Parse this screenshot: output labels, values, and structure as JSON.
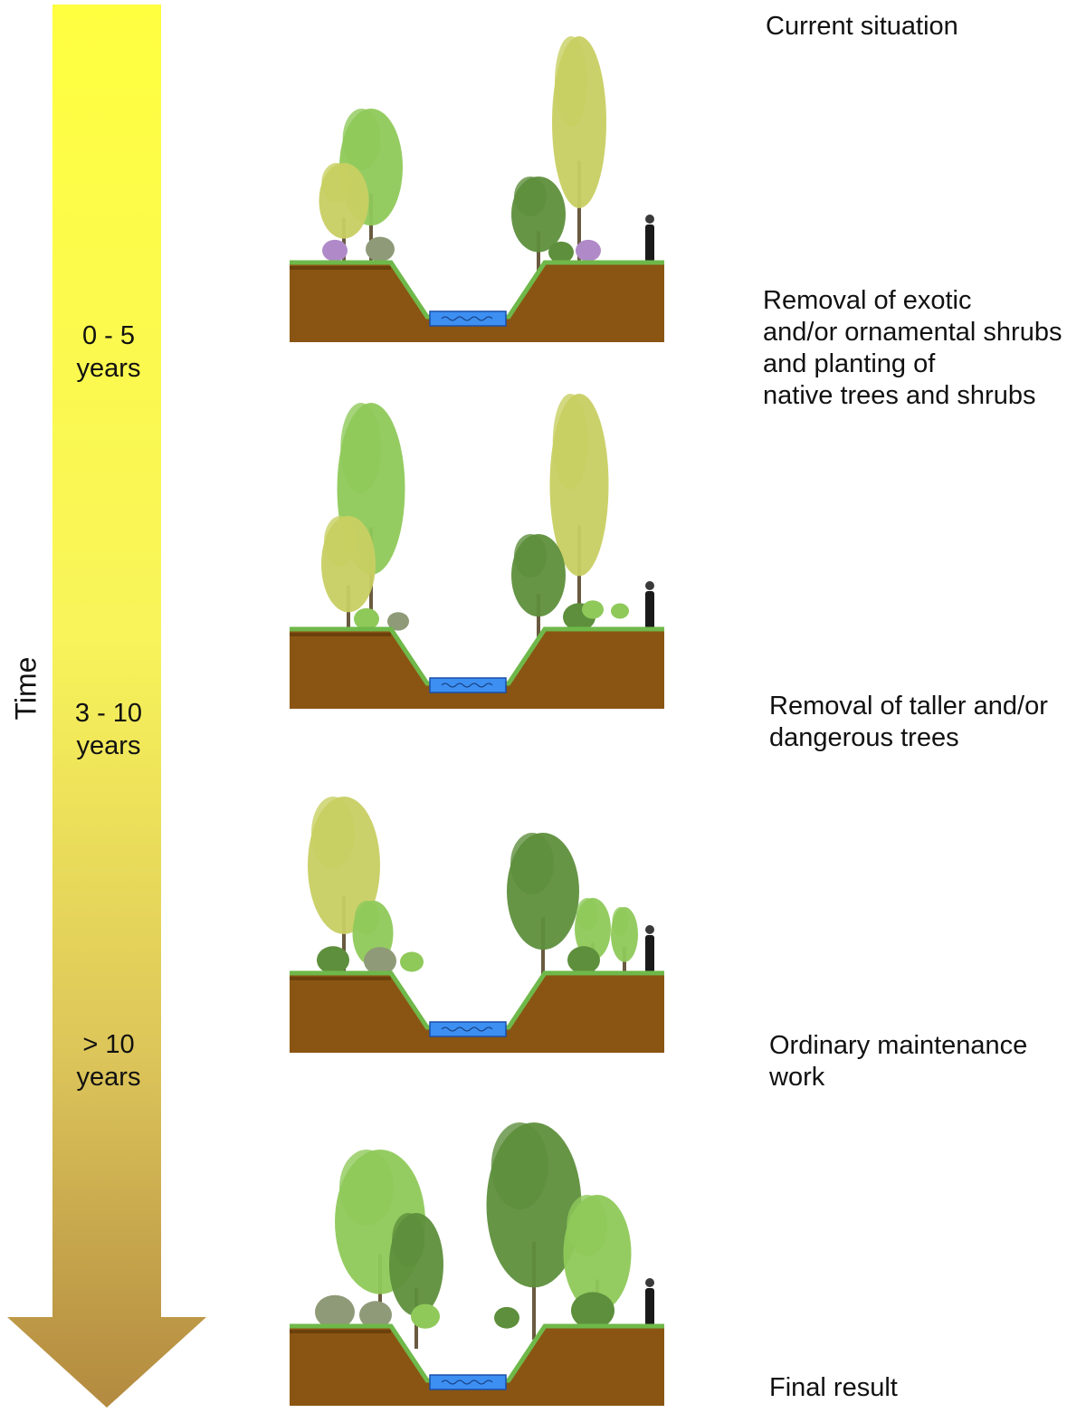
{
  "axis": {
    "label": "Time"
  },
  "periods": [
    {
      "line1": "0 - 5",
      "line2": "years"
    },
    {
      "line1": "3 - 10",
      "line2": "years"
    },
    {
      "line1": "> 10",
      "line2": "years"
    }
  ],
  "steps": [
    {
      "lines": [
        "Current situation"
      ]
    },
    {
      "lines": [
        "Removal of exotic",
        "and/or ornamental shrubs",
        "and planting of",
        "native trees and shrubs"
      ]
    },
    {
      "lines": [
        "Removal of taller and/or",
        "dangerous trees"
      ]
    },
    {
      "lines": [
        "Ordinary maintenance",
        "work"
      ]
    },
    {
      "lines": [
        "Final result"
      ]
    }
  ],
  "colors": {
    "arrow_top": "#ffff40",
    "arrow_mid": "#f7f060",
    "arrow_bottom": "#b38a40",
    "soil": "#8a5512",
    "soil_dark": "#6b400c",
    "grass": "#6fb84a",
    "water": "#3d8ff2",
    "tree_light": "#8fc95a",
    "tree_yellow": "#c8cf62",
    "tree_dark": "#5e8f3c",
    "shrub_purple": "#b08ac8",
    "shrub_grey": "#8f9a78"
  }
}
